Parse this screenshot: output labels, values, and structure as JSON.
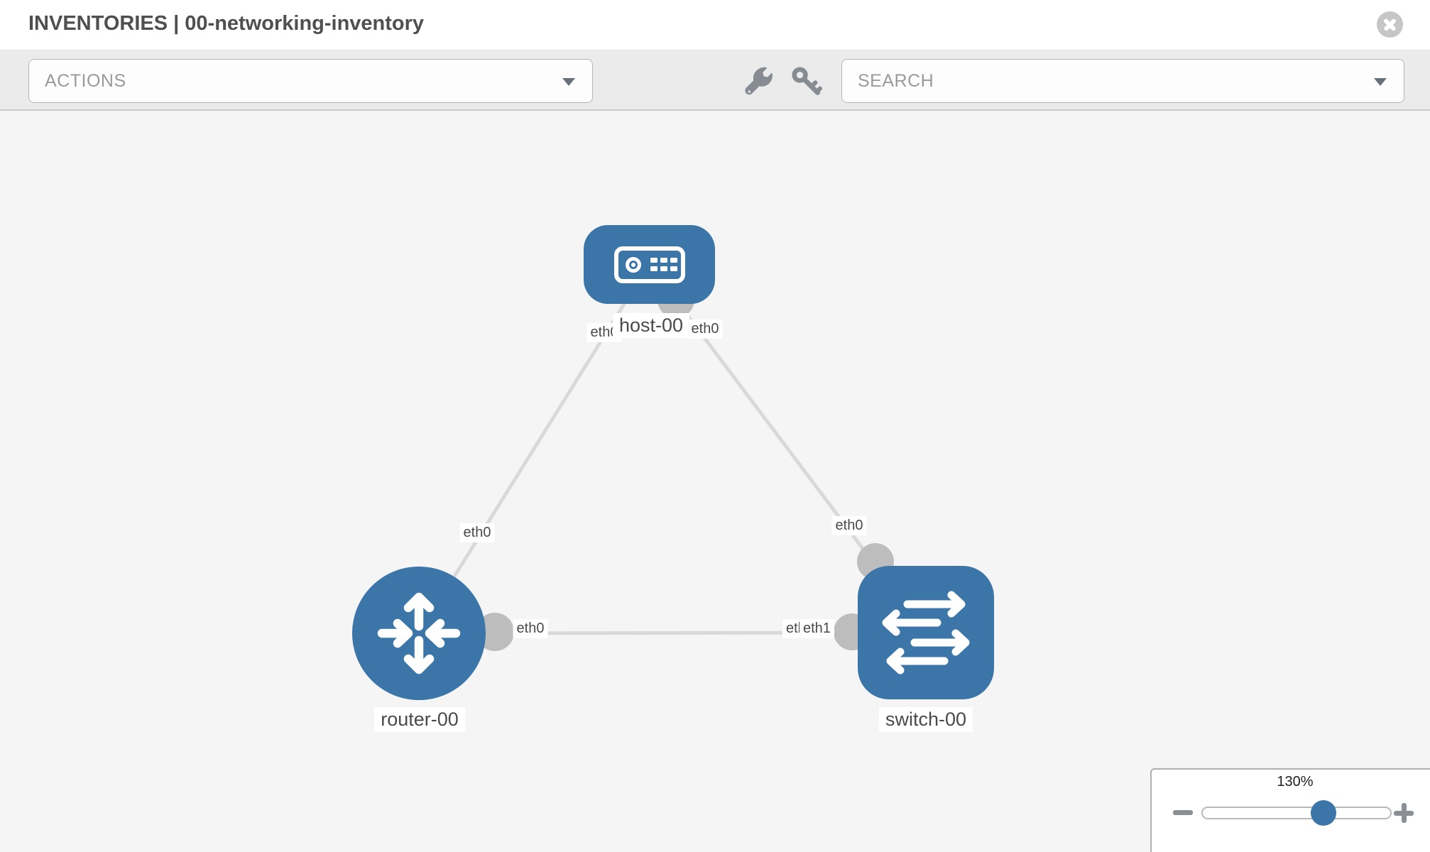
{
  "header": {
    "title": "INVENTORIES | 00-networking-inventory"
  },
  "toolbar": {
    "actions_label": "ACTIONS",
    "search_placeholder": "SEARCH"
  },
  "topology": {
    "nodes": [
      {
        "label": "host-00",
        "type": "host"
      },
      {
        "label": "router-00",
        "type": "router"
      },
      {
        "label": "switch-00",
        "type": "switch"
      }
    ],
    "links": [
      {
        "a": "host-00",
        "b": "router-00",
        "a_label": "eth0",
        "b_label": "eth0"
      },
      {
        "a": "host-00",
        "b": "switch-00",
        "a_label": "eth0",
        "b_label": "eth0"
      },
      {
        "a": "router-00",
        "b": "switch-00",
        "a_label": "eth0",
        "b_label": "eth1",
        "b_label_overlapped": "eth0"
      }
    ]
  },
  "zoom_control": {
    "value": "130%"
  },
  "icons": {
    "header": [
      "close-icon"
    ],
    "toolbar": [
      "wrench-icon",
      "key-icon",
      "caret-down-icon"
    ],
    "nodes": [
      "host-device-icon",
      "router-arrows-icon",
      "switch-arrows-icon"
    ],
    "zoom": [
      "minus-icon",
      "plus-icon"
    ]
  },
  "colors": {
    "node_blue": "#3c76a9",
    "link_gray": "#d9d9d9",
    "port_gray": "#bdbdbd"
  }
}
